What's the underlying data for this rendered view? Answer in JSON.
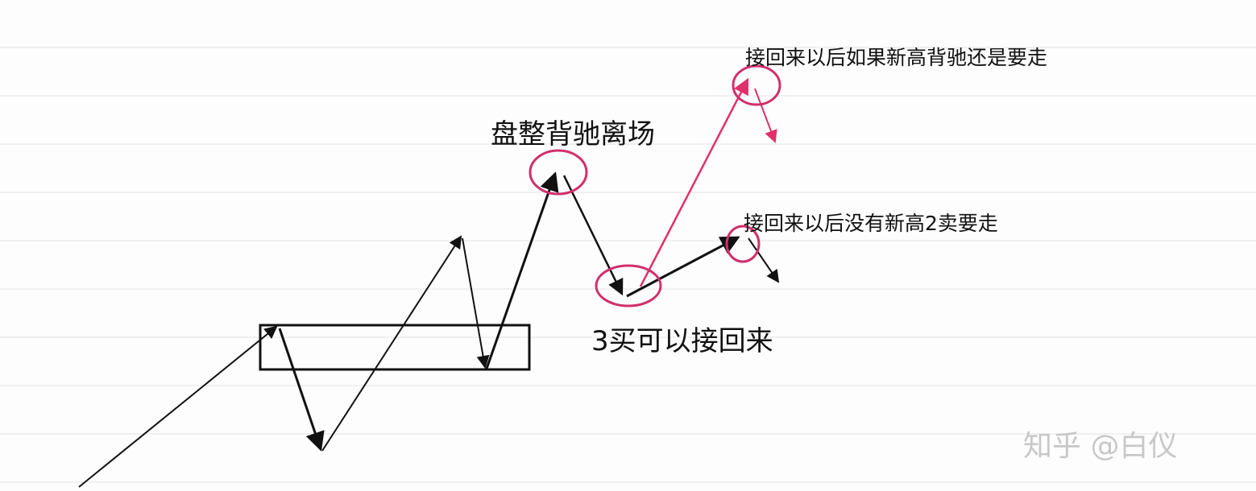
{
  "labels": {
    "consolidation_divergence_exit": "盘整背驰离场",
    "third_buy": "3买可以接回来",
    "new_high_divergence": "接回来以后如果新高背驰还是要走",
    "no_new_high_second_sell": "接回来以后没有新高2卖要走"
  },
  "watermark": "知乎 @白仪",
  "colors": {
    "line": "#111111",
    "highlight": "#e0306a",
    "circle": "#d12f6c"
  }
}
